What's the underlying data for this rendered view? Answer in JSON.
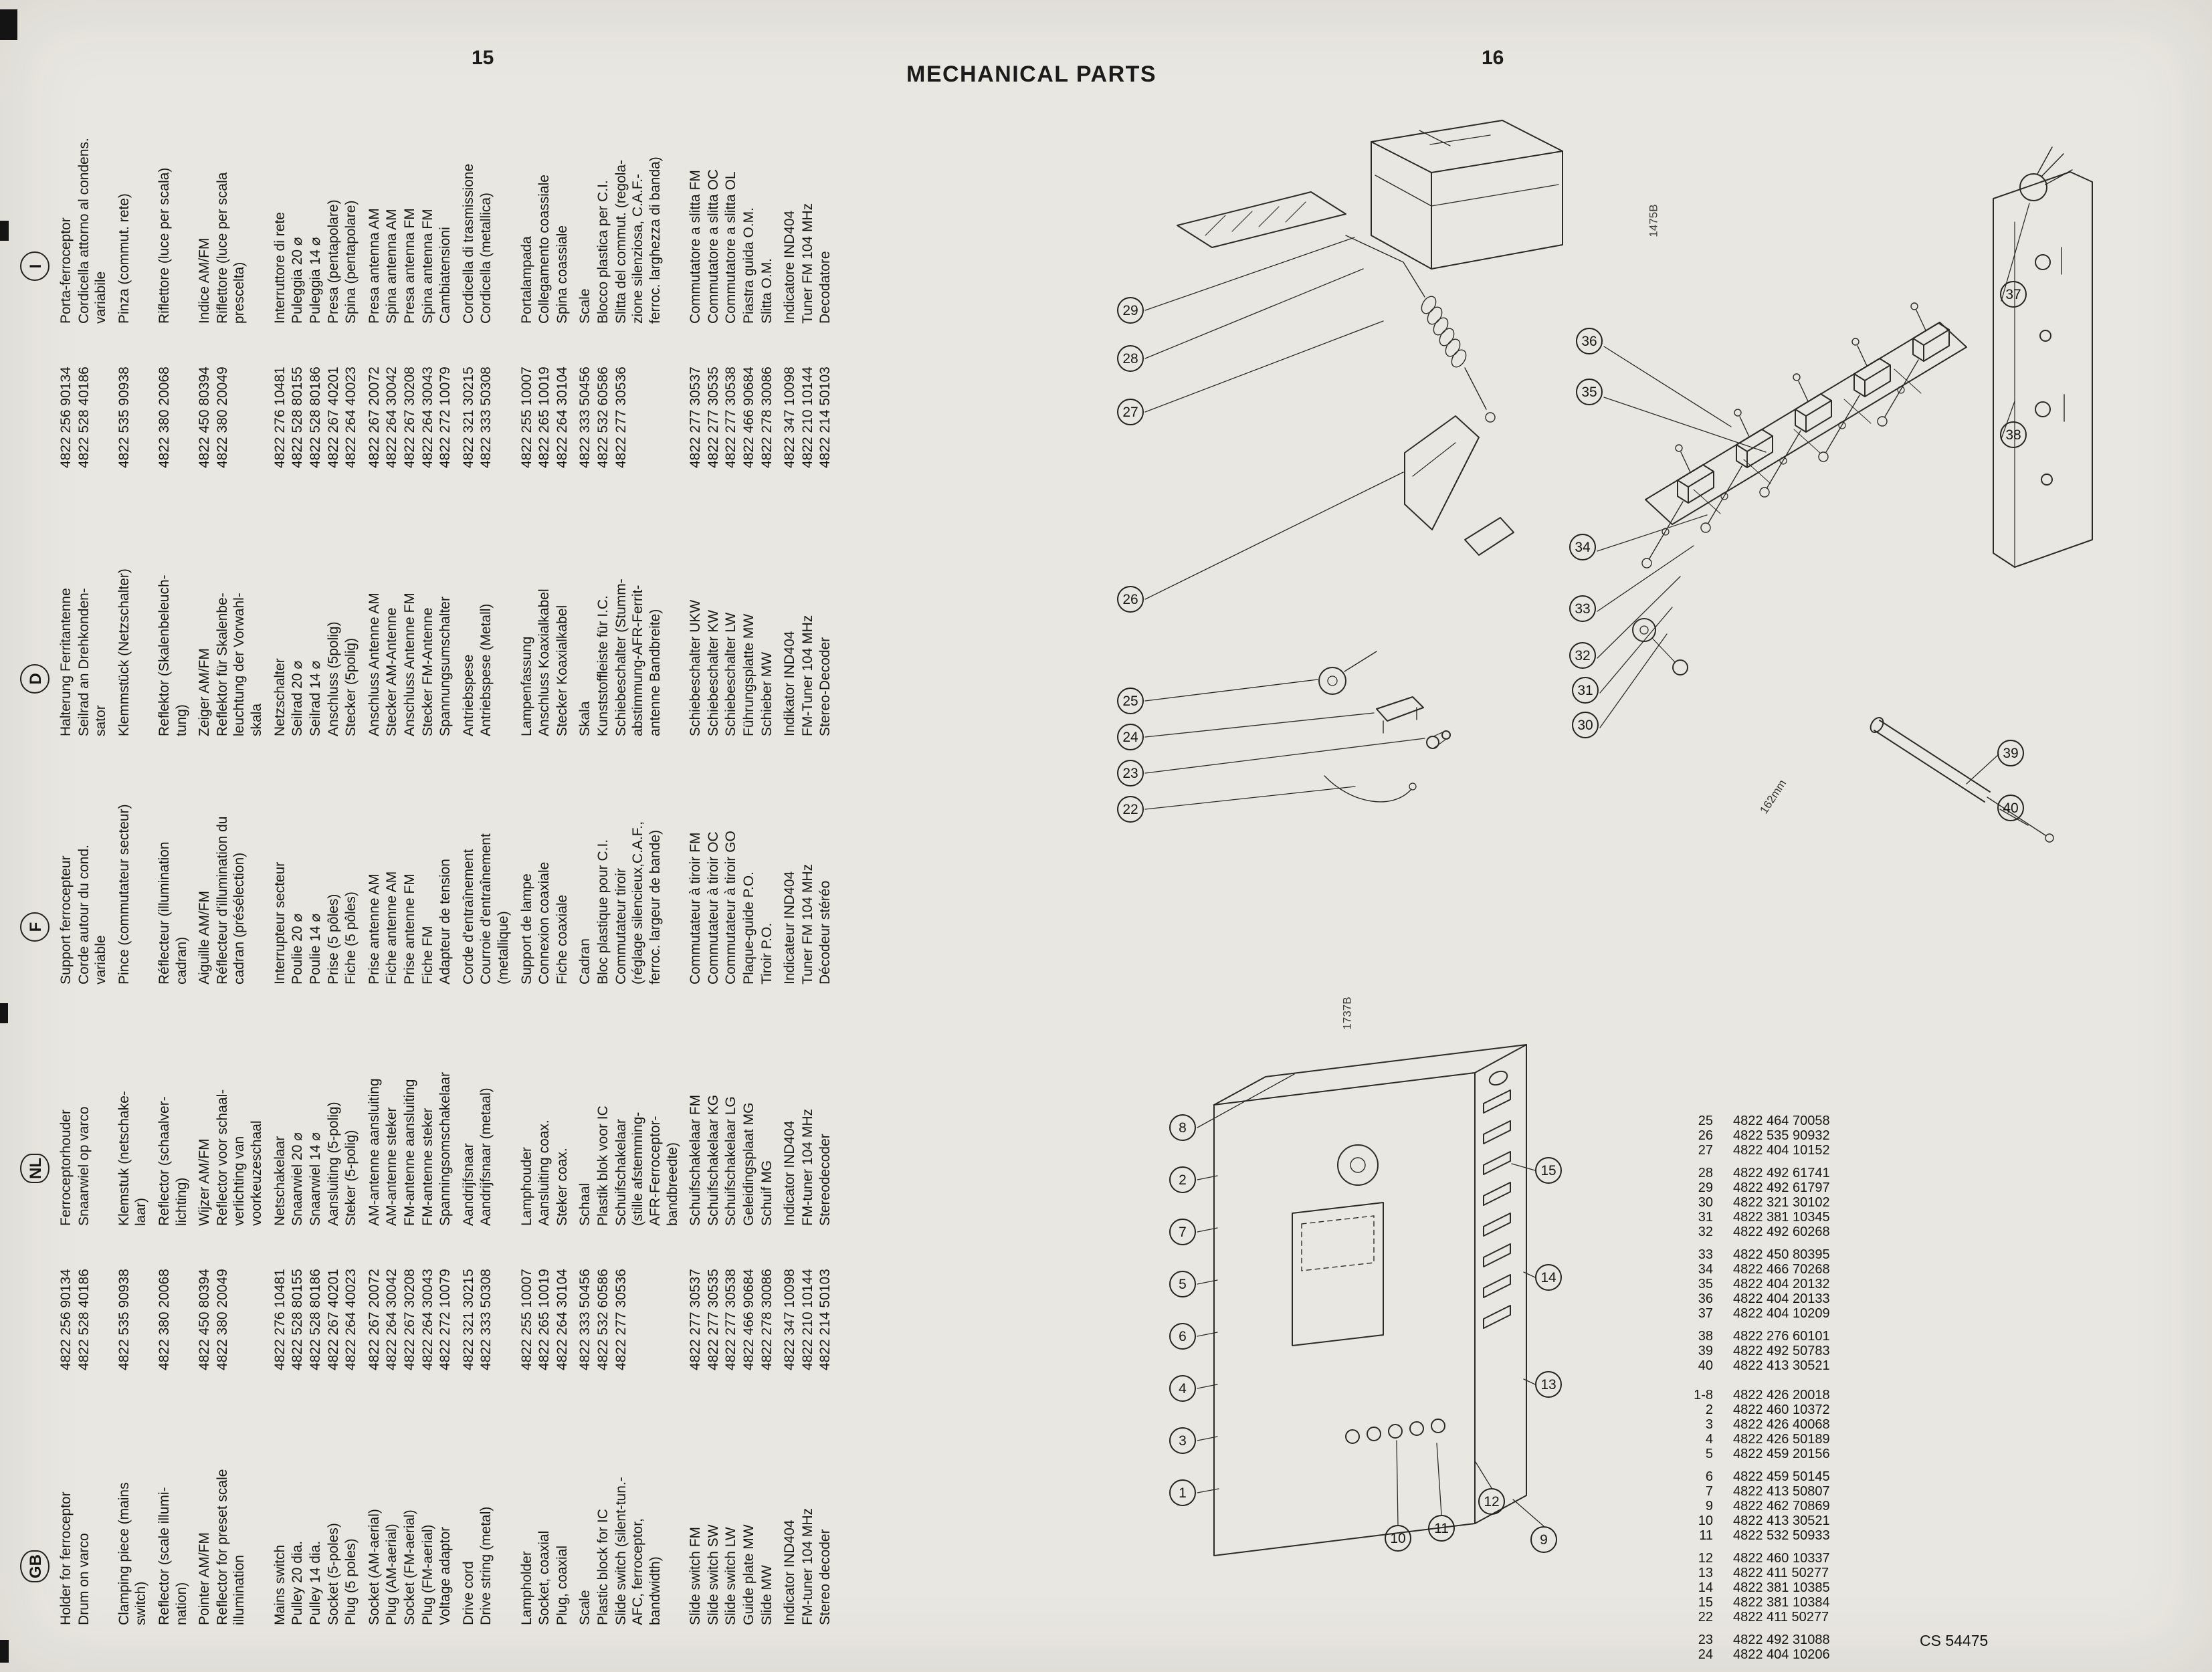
{
  "page": {
    "left_page_number": "15",
    "right_page_number": "16",
    "title": "MECHANICAL PARTS",
    "footer_code": "CS 54475"
  },
  "parts_table": {
    "headers": [
      "GB",
      "NL",
      "F",
      "D",
      "I"
    ],
    "groups": [
      {
        "items": [
          {
            "gb": "Holder for ferroceptor",
            "num": "4822 256 90134",
            "nl": "Ferroceptorhouder",
            "f": "Support ferrocepteur",
            "d": "Halterung Ferritantenne",
            "i": "Porta-ferroceptor"
          },
          {
            "gb": "Drum on varco",
            "num": "4822 528 40186",
            "nl": "Snaarwiel op varco",
            "f": "Corde autour du cond.\nvariable",
            "d": "Seilrad an Drehkonden-\nsator",
            "i": "Cordicella attorno al condens.\nvariabile"
          }
        ]
      },
      {
        "items": [
          {
            "gb": "Clamping piece (mains\nswitch)",
            "num": "4822 535 90938",
            "nl": "Klemstuk (netschake-\nlaar)",
            "f": "Pince (commutateur secteur)",
            "d": "Klemmstück (Netzschalter)",
            "i": "Pinza (commut. rete)"
          }
        ]
      },
      {
        "items": [
          {
            "gb": "Reflector (scale illumi-\nnation)",
            "num": "4822 380 20068",
            "nl": "Reflector (schaalver-\nlichting)",
            "f": "Réflecteur (illumination\ncadran)",
            "d": "Reflektor (Skalenbeleuch-\ntung)",
            "i": "Riflettore (luce per scala)"
          }
        ]
      },
      {
        "items": [
          {
            "gb": "Pointer AM/FM",
            "num": "4822 450 80394",
            "nl": "Wijzer AM/FM",
            "f": "Aiguille AM/FM",
            "d": "Zeiger AM/FM",
            "i": "Indice AM/FM"
          },
          {
            "gb": "Reflector for preset scale\nillumination",
            "num": "4822 380 20049",
            "nl": "Reflector voor schaal-\nverlichting van\nvoorkeuzeschaal",
            "f": "Réflecteur d'illumination du\ncadran (présélection)",
            "d": "Reflektor für Skalenbe-\nleuchtung der Vorwahl-\nskala",
            "i": "Riflettore (luce per scala\nprescelta)"
          }
        ]
      },
      {
        "items": [
          {
            "gb": "Mains switch",
            "num": "4822 276 10481",
            "nl": "Netschakelaar",
            "f": "Interrupteur secteur",
            "d": "Netzschalter",
            "i": "Interruttore di rete"
          },
          {
            "gb": "Pulley 20 dia.",
            "num": "4822 528 80155",
            "nl": "Snaarwiel 20 ⌀",
            "f": "Poulie 20 ⌀",
            "d": "Seilrad 20 ⌀",
            "i": "Puleggia 20 ⌀"
          },
          {
            "gb": "Pulley 14 dia.",
            "num": "4822 528 80186",
            "nl": "Snaarwiel 14 ⌀",
            "f": "Poulie 14 ⌀",
            "d": "Seilrad 14 ⌀",
            "i": "Puleggia 14 ⌀"
          },
          {
            "gb": "Socket (5-poles)",
            "num": "4822 267 40201",
            "nl": "Aansluiting (5-polig)",
            "f": "Prise (5 pôles)",
            "d": "Anschluss (5polig)",
            "i": "Presa (pentapolare)"
          },
          {
            "gb": "Plug (5 poles)",
            "num": "4822 264 40023",
            "nl": "Steker (5-polig)",
            "f": "Fiche (5 pôles)",
            "d": "Stecker (5polig)",
            "i": "Spina (pentapolare)"
          }
        ]
      },
      {
        "items": [
          {
            "gb": "Socket (AM-aerial)",
            "num": "4822 267 20072",
            "nl": "AM-antenne aansluiting",
            "f": "Prise antenne AM",
            "d": "Anschluss Antenne AM",
            "i": "Presa antenna AM"
          },
          {
            "gb": "Plug (AM-aerial)",
            "num": "4822 264 30042",
            "nl": "AM-antenne steker",
            "f": "Fiche antenne AM",
            "d": "Stecker AM-Antenne",
            "i": "Spina antenna AM"
          },
          {
            "gb": "Socket (FM-aerial)",
            "num": "4822 267 30208",
            "nl": "FM-antenne aansluiting",
            "f": "Prise antenne FM",
            "d": "Anschluss Antenne FM",
            "i": "Presa antenna FM"
          },
          {
            "gb": "Plug (FM-aerial)",
            "num": "4822 264 30043",
            "nl": "FM-antenne steker",
            "f": "Fiche FM",
            "d": "Stecker FM-Antenne",
            "i": "Spina antenna FM"
          },
          {
            "gb": "Voltage adaptor",
            "num": "4822 272 10079",
            "nl": "Spanningsomschakelaar",
            "f": "Adapteur de tension",
            "d": "Spannungsumschalter",
            "i": "Cambiatensioni"
          }
        ]
      },
      {
        "items": [
          {
            "gb": "Drive cord",
            "num": "4822 321 30215",
            "nl": "Aandrijfsnaar",
            "f": "Corde d'entraînement",
            "d": "Antriebspese",
            "i": "Cordicella di trasmissione"
          },
          {
            "gb": "Drive string (metal)",
            "num": "4822 333 50308",
            "nl": "Aandrijfsnaar (metaal)",
            "f": "Courroie d'entraînement\n(metallique)",
            "d": "Antriebspese (Metall)",
            "i": "Cordicella (metallica)"
          }
        ]
      },
      {
        "items": [
          {
            "gb": "Lampholder",
            "num": "4822 255 10007",
            "nl": "Lamphouder",
            "f": "Support de lampe",
            "d": "Lampenfassung",
            "i": "Portalampada"
          },
          {
            "gb": "Socket, coaxial",
            "num": "4822 265 10019",
            "nl": "Aansluiting coax.",
            "f": "Connexion coaxiale",
            "d": "Anschluss Koaxialkabel",
            "i": "Collegamento coassiale"
          },
          {
            "gb": "Plug, coaxial",
            "num": "4822 264 30104",
            "nl": "Steker coax.",
            "f": "Fiche coaxiale",
            "d": "Stecker Koaxialkabel",
            "i": "Spina coassiale"
          }
        ]
      },
      {
        "items": [
          {
            "gb": "Scale",
            "num": "4822 333 50456",
            "nl": "Schaal",
            "f": "Cadran",
            "d": "Skala",
            "i": "Scale"
          },
          {
            "gb": "Plastic block for IC",
            "num": "4822 532 60586",
            "nl": "Plastik blok voor IC",
            "f": "Bloc plastique pour C.I.",
            "d": "Kunststoffleiste für I.C.",
            "i": "Blocco plastica per C.I."
          },
          {
            "gb": "Slide switch (silent-tun.-\nAFC, ferroceptor,\nbandwidth)",
            "num": "4822 277 30536",
            "nl": "Schuifschakelaar\n(stille afstemming-\nAFR-Ferroceptor-\nbandbreedte)",
            "f": "Commutateur tiroir\n(réglage silencieux,C.A.F.,\nferroc. largeur de bande)",
            "d": "Schiebeschalter (Stumm-\nabstimmung-AFR-Ferrit-\nantenne Bandbreite)",
            "i": "Slitta del commut. (regola-\nzione silenziosa, C.A.F.-\nferroc. larghezza di banda)"
          }
        ]
      },
      {
        "items": [
          {
            "gb": "Slide switch FM",
            "num": "4822 277 30537",
            "nl": "Schuifschakelaar FM",
            "f": "Commutateur à tiroir FM",
            "d": "Schiebeschalter UKW",
            "i": "Commutatore a slitta FM"
          },
          {
            "gb": "Slide switch SW",
            "num": "4822 277 30535",
            "nl": "Schuifschakelaar KG",
            "f": "Commutateur à tiroir OC",
            "d": "Schiebeschalter KW",
            "i": "Commutatore a slitta OC"
          },
          {
            "gb": "Slide switch LW",
            "num": "4822 277 30538",
            "nl": "Schuifschakelaar LG",
            "f": "Commutateur à tiroir GO",
            "d": "Schiebeschalter LW",
            "i": "Commutatore a slitta OL"
          },
          {
            "gb": "Guide plate MW",
            "num": "4822 466 90684",
            "nl": "Geleidingsplaat MG",
            "f": "Plaque-guide P.O.",
            "d": "Führungsplatte MW",
            "i": "Piastra guida O.M."
          },
          {
            "gb": "Slide MW",
            "num": "4822 278 30086",
            "nl": "Schuif MG",
            "f": "Tiroir P.O.",
            "d": "Schieber MW",
            "i": "Slitta O.M."
          }
        ]
      },
      {
        "items": [
          {
            "gb": "Indicator IND404",
            "num": "4822 347 10098",
            "nl": "Indicator IND404",
            "f": "Indicateur IND404",
            "d": "Indikator IND404",
            "i": "Indicatore IND404"
          },
          {
            "gb": "FM-tuner 104 MHz",
            "num": "4822 210 10144",
            "nl": "FM-tuner 104 MHz",
            "f": "Tuner FM 104 MHz",
            "d": "FM-Tuner 104 MHz",
            "i": "Tuner FM 104 MHz"
          },
          {
            "gb": "Stereo decoder",
            "num": "4822 214 50103",
            "nl": "Stereodecoder",
            "f": "Décodeur stéréo",
            "d": "Stereo-Decoder",
            "i": "Decodatore"
          }
        ]
      }
    ]
  },
  "diagrams": {
    "cabinet": {
      "label": "1475B",
      "callouts": [
        "29",
        "28",
        "27",
        "26",
        "25",
        "24",
        "23",
        "22"
      ]
    },
    "chassis": {
      "note": "162mm",
      "callouts": [
        "36",
        "35",
        "34",
        "33",
        "32",
        "31",
        "30",
        "37",
        "38",
        "39",
        "40"
      ]
    },
    "radio": {
      "label": "1737B",
      "callouts": [
        "8",
        "2",
        "7",
        "5",
        "6",
        "4",
        "3",
        "1",
        "15",
        "14",
        "13",
        "12",
        "11",
        "10",
        "9"
      ]
    }
  },
  "parts_list_left": {
    "rows": [
      {
        "no": "1-8",
        "pn": "4822 426 20018"
      },
      {
        "no": "2",
        "pn": "4822 460 10372"
      },
      {
        "no": "3",
        "pn": "4822 426 40068"
      },
      {
        "no": "4",
        "pn": "4822 426 50189"
      },
      {
        "no": "5",
        "pn": "4822 459 20156"
      },
      {
        "no": "6",
        "pn": "4822 459 50145",
        "gap": true
      },
      {
        "no": "7",
        "pn": "4822 413 50807"
      },
      {
        "no": "9",
        "pn": "4822 462 70869"
      },
      {
        "no": "10",
        "pn": "4822 413 30521"
      },
      {
        "no": "11",
        "pn": "4822 532 50933"
      },
      {
        "no": "12",
        "pn": "4822 460 10337",
        "gap": true
      },
      {
        "no": "13",
        "pn": "4822 411 50277"
      },
      {
        "no": "14",
        "pn": "4822 381 10385"
      },
      {
        "no": "15",
        "pn": "4822 381 10384"
      },
      {
        "no": "22",
        "pn": "4822 411 50277"
      },
      {
        "no": "23",
        "pn": "4822 492 31088",
        "gap": true
      },
      {
        "no": "24",
        "pn": "4822 404 10206"
      }
    ]
  },
  "parts_list_right": {
    "rows": [
      {
        "no": "25",
        "pn": "4822 464 70058"
      },
      {
        "no": "26",
        "pn": "4822 535 90932"
      },
      {
        "no": "27",
        "pn": "4822 404 10152"
      },
      {
        "no": "28",
        "pn": "4822 492 61741",
        "gap": true
      },
      {
        "no": "29",
        "pn": "4822 492 61797"
      },
      {
        "no": "30",
        "pn": "4822 321 30102"
      },
      {
        "no": "31",
        "pn": "4822 381 10345"
      },
      {
        "no": "32",
        "pn": "4822 492 60268"
      },
      {
        "no": "33",
        "pn": "4822 450 80395",
        "gap": true
      },
      {
        "no": "34",
        "pn": "4822 466 70268"
      },
      {
        "no": "35",
        "pn": "4822 404 20132"
      },
      {
        "no": "36",
        "pn": "4822 404 20133"
      },
      {
        "no": "37",
        "pn": "4822 404 10209"
      },
      {
        "no": "38",
        "pn": "4822 276 60101",
        "gap": true
      },
      {
        "no": "39",
        "pn": "4822 492 50783"
      },
      {
        "no": "40",
        "pn": "4822 413 30521"
      }
    ]
  }
}
